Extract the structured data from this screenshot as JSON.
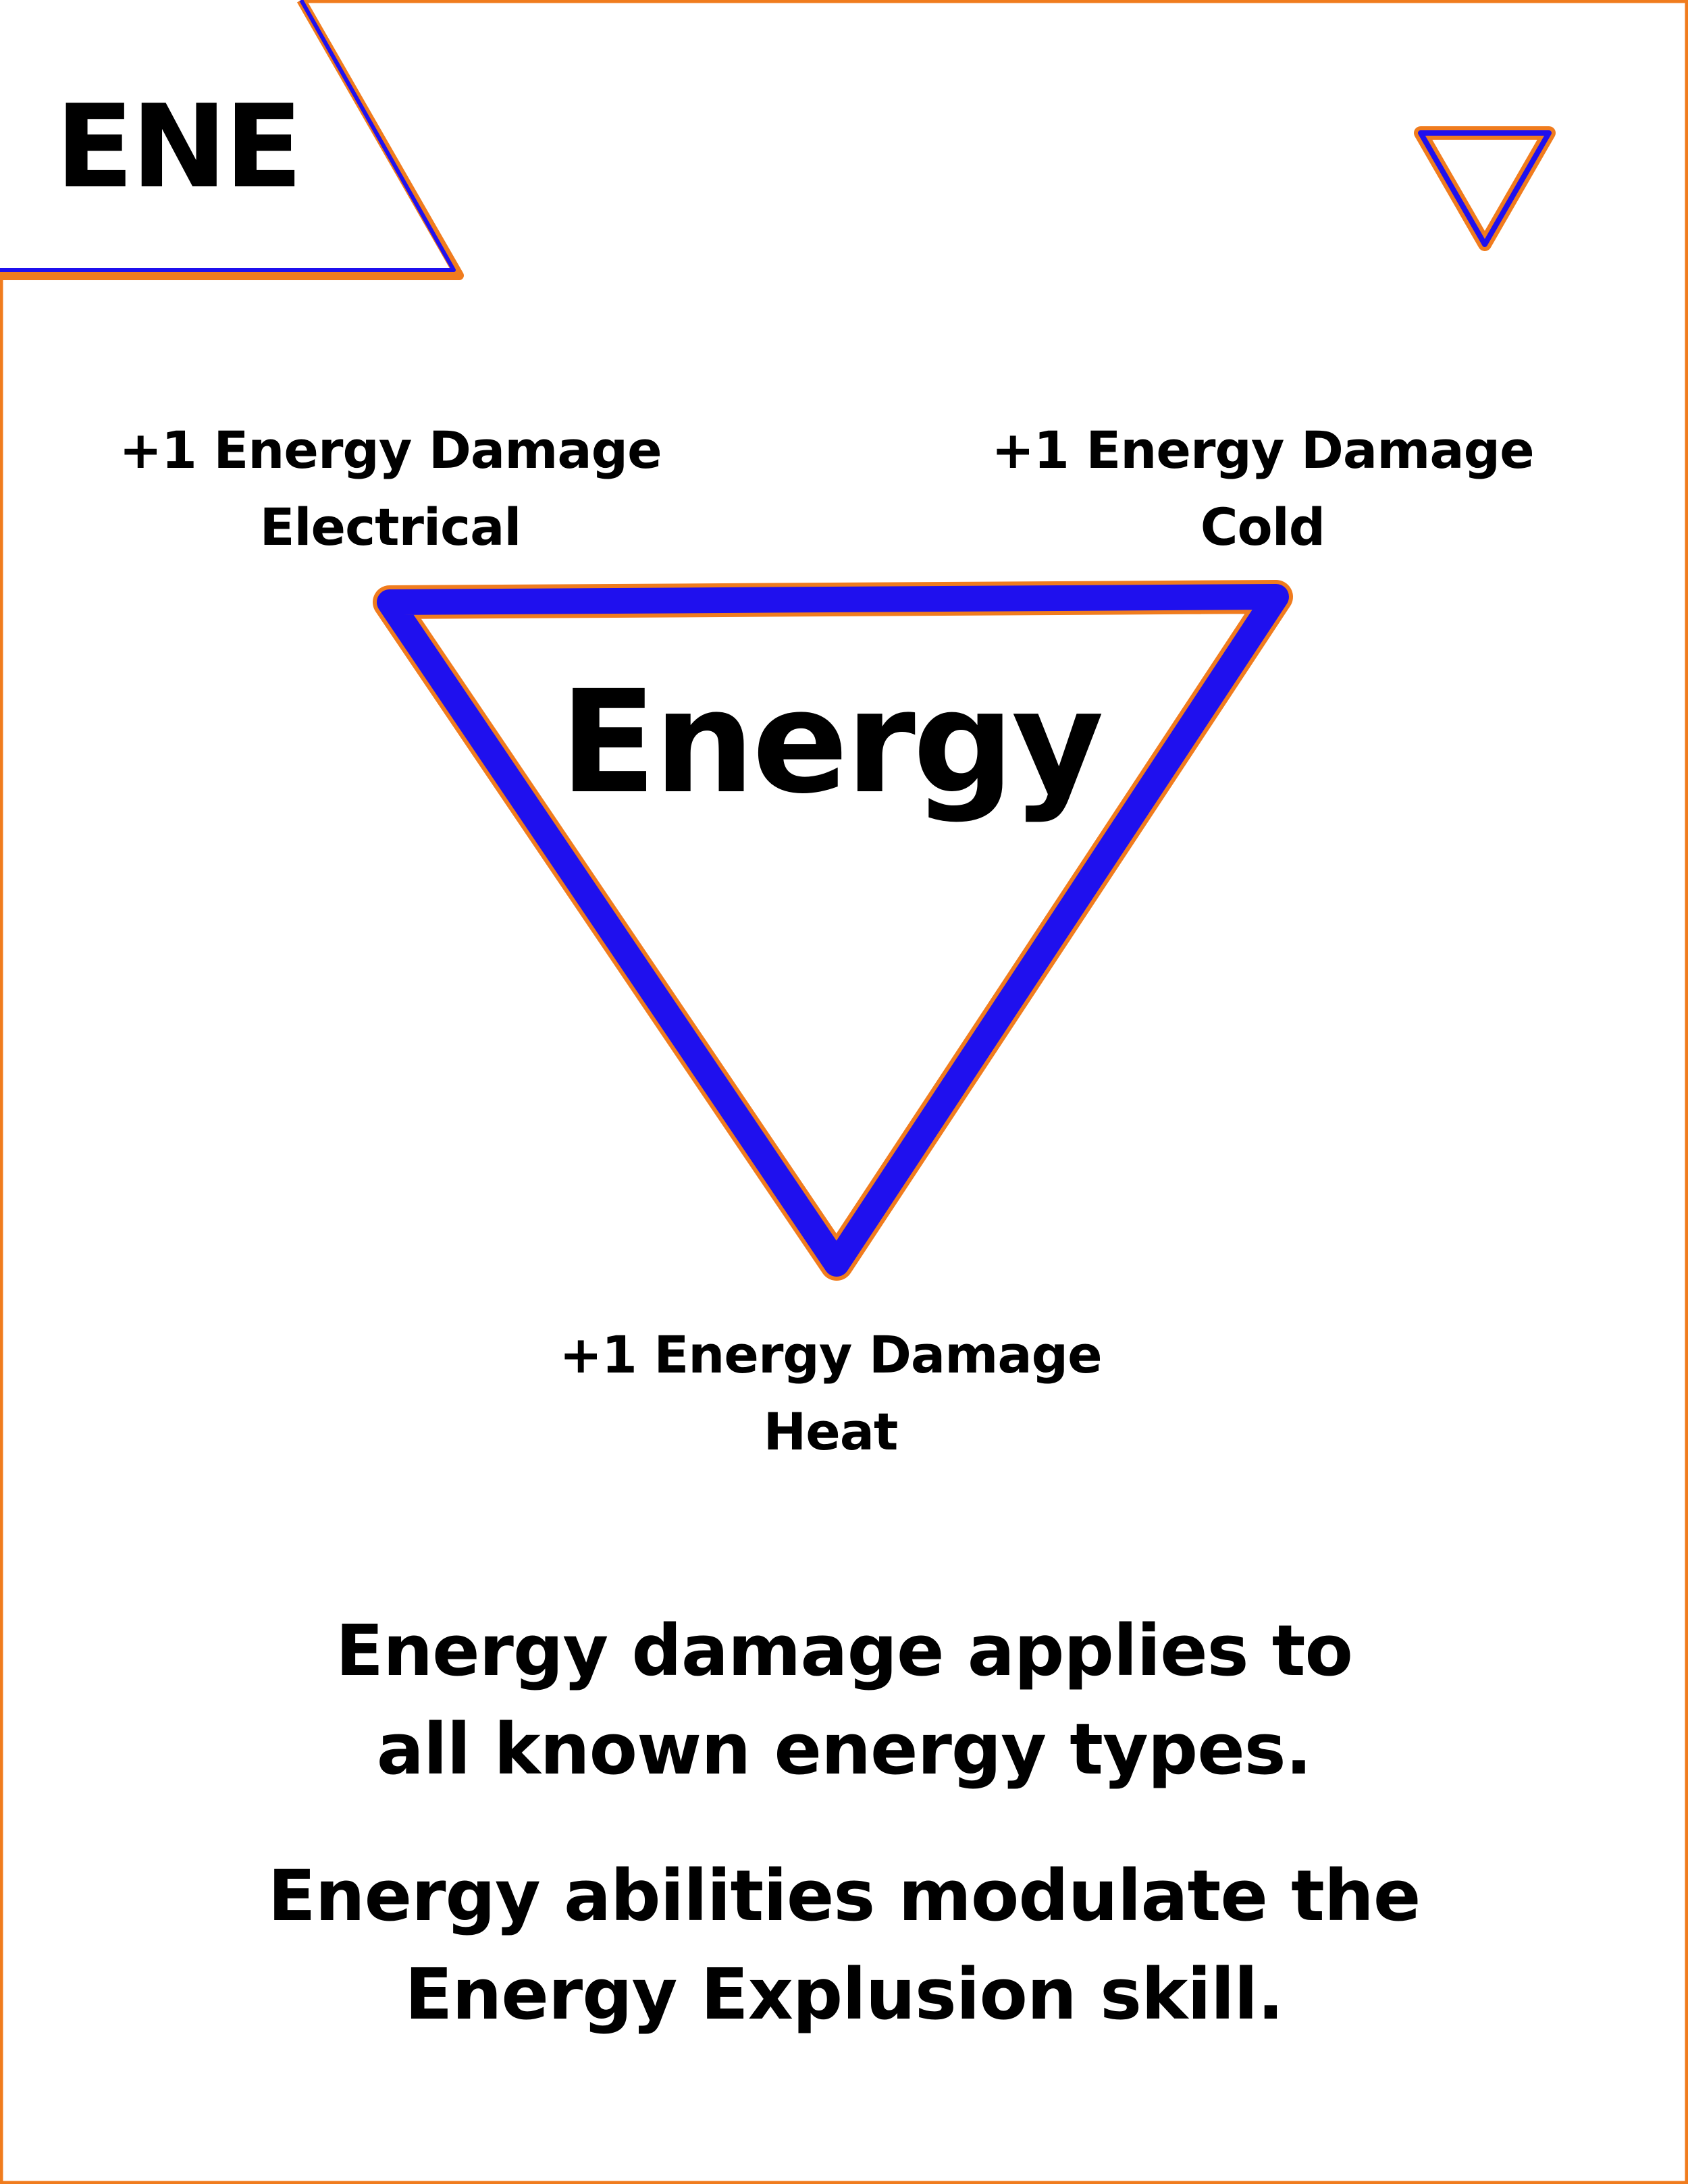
{
  "card": {
    "code": "ENE",
    "title": "Energy",
    "colors": {
      "border": "#f07c1e",
      "triangle": "#1f10ee",
      "text": "#000000",
      "background": "#ffffff"
    }
  },
  "bonuses": {
    "electrical": {
      "line1": "+1 Energy Damage",
      "line2": "Electrical"
    },
    "cold": {
      "line1": "+1 Energy Damage",
      "line2": "Cold"
    },
    "heat": {
      "line1": "+1 Energy Damage",
      "line2": "Heat"
    }
  },
  "description": {
    "para1": {
      "line1": "Energy damage applies to",
      "line2": "all known energy types."
    },
    "para2": {
      "line1": "Energy abilities modulate the",
      "line2": "Energy Explusion skill."
    }
  },
  "icons": {
    "corner_tab": "corner-tab-icon",
    "element_symbol": "down-triangle-icon",
    "main_symbol": "energy-triangle-icon"
  }
}
